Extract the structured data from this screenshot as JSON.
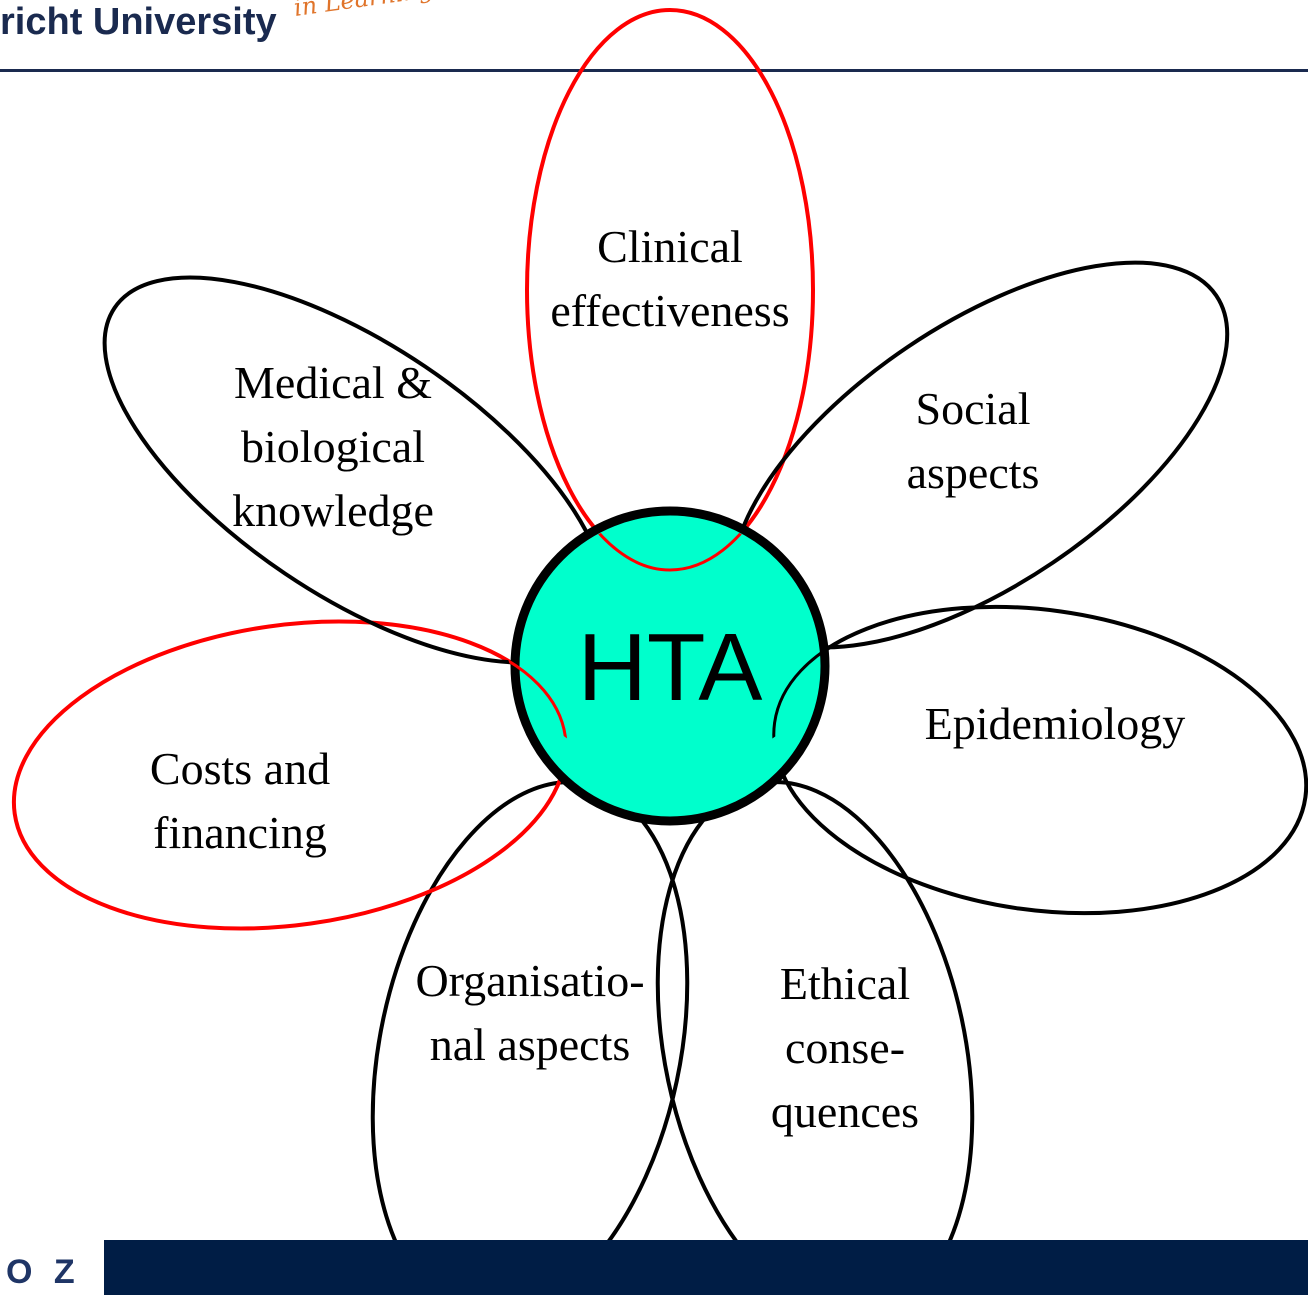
{
  "header": {
    "university_name": "richt University",
    "tagline": "in Learning!"
  },
  "footer": {
    "logo_text": "O Z",
    "background_color": "#001d45"
  },
  "diagram": {
    "center": {
      "label": "HTA",
      "fill_color": "#00ffcc"
    },
    "petals": [
      {
        "id": "clinical",
        "lines": [
          "Clinical",
          "effectiveness"
        ],
        "outline_color": "#ff0000"
      },
      {
        "id": "social",
        "lines": [
          "Social",
          "aspects"
        ],
        "outline_color": "#000000"
      },
      {
        "id": "epidemiology",
        "lines": [
          "Epidemiology"
        ],
        "outline_color": "#000000"
      },
      {
        "id": "ethical",
        "lines": [
          "Ethical",
          "conse-",
          "quences"
        ],
        "outline_color": "#000000"
      },
      {
        "id": "organisational",
        "lines": [
          "Organisatio-",
          "nal aspects"
        ],
        "outline_color": "#000000"
      },
      {
        "id": "costs",
        "lines": [
          "Costs and",
          "financing"
        ],
        "outline_color": "#ff0000"
      },
      {
        "id": "medical",
        "lines": [
          "Medical &",
          "biological",
          "knowledge"
        ],
        "outline_color": "#000000"
      }
    ]
  }
}
